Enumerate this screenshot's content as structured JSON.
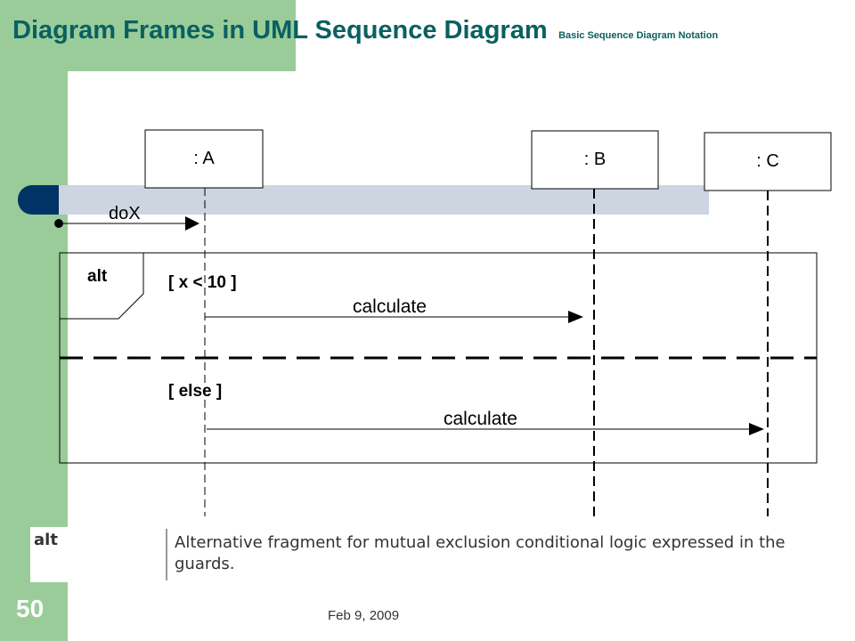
{
  "slide": {
    "title": "Diagram Frames in UML Sequence Diagram",
    "subtitle": "Basic Sequence Diagram Notation",
    "number": "50",
    "date": "Feb 9, 2009"
  },
  "diagram": {
    "lifelines": [
      {
        "label": ": A"
      },
      {
        "label": ": B"
      },
      {
        "label": ": C"
      }
    ],
    "found_message": "doX",
    "fragment": {
      "operator": "alt",
      "operands": [
        {
          "guard": "[ x < 10 ]",
          "message": "calculate"
        },
        {
          "guard": "[ else ]",
          "message": "calculate"
        }
      ]
    }
  },
  "legend": {
    "term": "alt",
    "description": "Alternative fragment for mutual exclusion conditional logic expressed in the guards."
  },
  "colors": {
    "green": "#99cc99",
    "title_teal": "#0a6060",
    "navy": "#003366",
    "bar_grey": "#ccd5e0"
  }
}
